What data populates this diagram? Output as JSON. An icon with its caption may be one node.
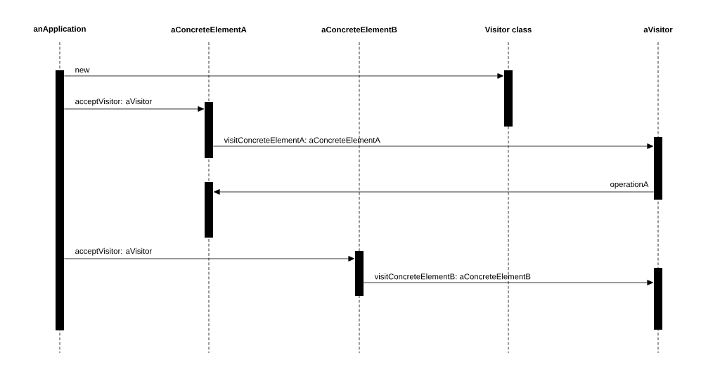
{
  "diagram": {
    "nodes": [
      {
        "text": [
          "anApplication"
        ]
      },
      {
        "text": [
          "aConcreteElementA"
        ]
      },
      {
        "text": [
          "aConcreteElementB"
        ]
      },
      {
        "text": [
          "Visitor class"
        ]
      },
      {
        "text": [
          "aVisitor"
        ]
      },
      {
        "text": [],
        "shape": "bar"
      },
      {
        "text": [],
        "shape": "bar"
      },
      {
        "text": [],
        "shape": "bar"
      },
      {
        "text": [],
        "shape": "bar"
      },
      {
        "text": [],
        "shape": "bar"
      },
      {
        "text": [],
        "shape": "bar"
      },
      {
        "text": [],
        "shape": "bar"
      }
    ],
    "edges": [
      {
        "from": 5,
        "to": 6,
        "arrow": "to",
        "label": "new"
      },
      {
        "from": 5,
        "to": 7,
        "arrow": "to",
        "label": "acceptVisitor: aVisitor"
      },
      {
        "from": 7,
        "to": 8,
        "arrow": "to",
        "label": "visitConcreteElementA: aConcreteElementA"
      },
      {
        "from": 8,
        "to": 9,
        "arrow": "to",
        "label": "operationA"
      },
      {
        "from": 5,
        "to": 10,
        "arrow": "to",
        "label": "acceptVisitor: aVisitor"
      },
      {
        "from": 10,
        "to": 11,
        "arrow": "to",
        "label": "visitConcreteElementB: aConcreteElementB"
      }
    ]
  }
}
